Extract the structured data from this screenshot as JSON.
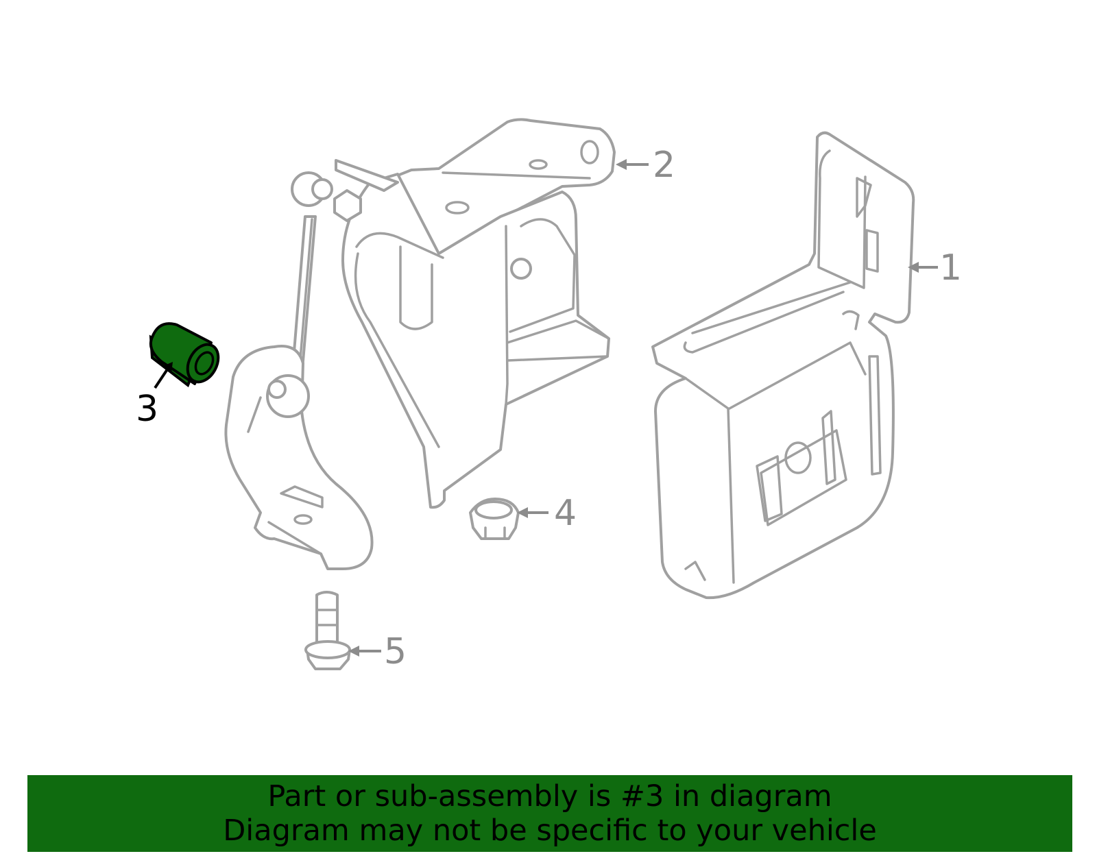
{
  "callouts": {
    "c1": "1",
    "c2": "2",
    "c3": "3",
    "c4": "4",
    "c5": "5"
  },
  "banner": {
    "line1": "Part or sub-assembly is #3 in diagram",
    "line2": "Diagram may not be specific to your vehicle"
  },
  "colors": {
    "highlight": "#0f6b0f",
    "part_outline": "#a0a0a0",
    "callout_gray": "#8c8c8c"
  }
}
